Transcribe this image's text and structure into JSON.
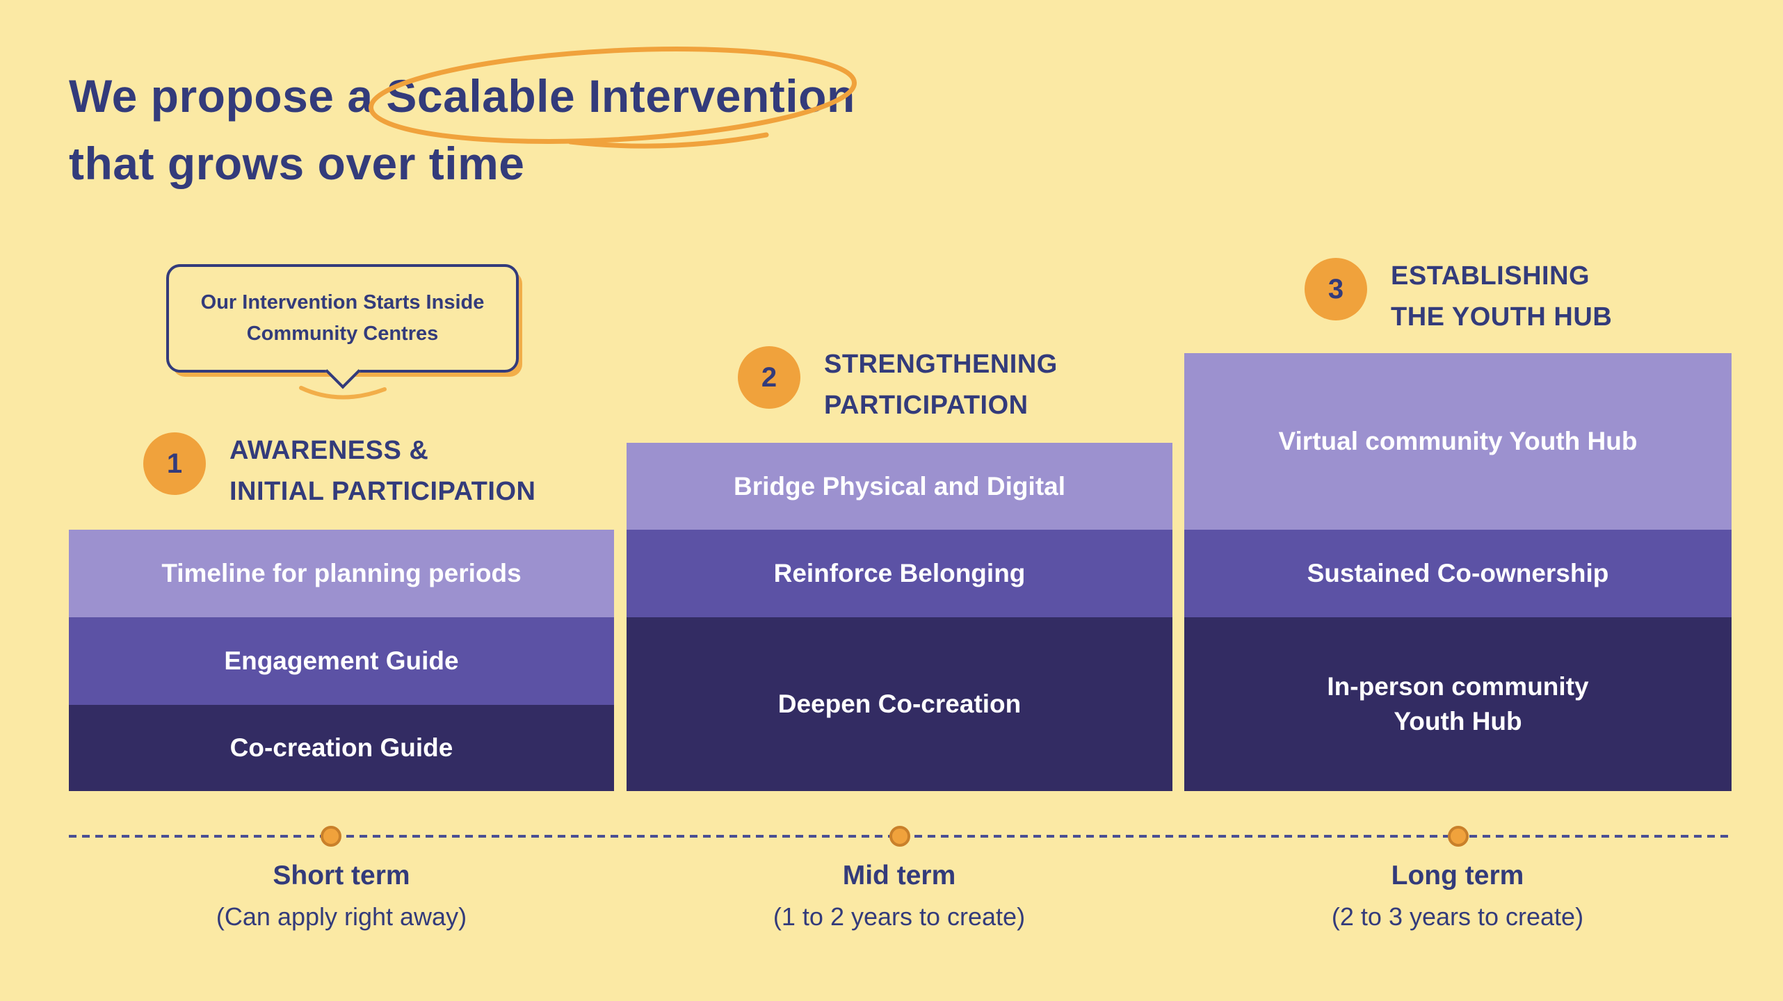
{
  "title": {
    "line1_before": "We propose a ",
    "line1_highlight": "Scalable Intervention",
    "line2": "that grows over time"
  },
  "callout": {
    "line1": "Our Intervention Starts Inside",
    "line2": "Community Centres"
  },
  "phases": [
    {
      "number": "1",
      "label_line1": "AWARENESS &",
      "label_line2": "INITIAL PARTICIPATION",
      "blocks": [
        {
          "label": "Timeline for planning periods",
          "tone": "light"
        },
        {
          "label": "Engagement Guide",
          "tone": "mid"
        },
        {
          "label": "Co-creation Guide",
          "tone": "dark"
        }
      ],
      "term": "Short term",
      "term_note": "(Can apply right away)"
    },
    {
      "number": "2",
      "label_line1": "STRENGTHENING",
      "label_line2": "PARTICIPATION",
      "blocks": [
        {
          "label": "Bridge Physical and Digital",
          "tone": "light"
        },
        {
          "label": "Reinforce Belonging",
          "tone": "mid"
        },
        {
          "label": "Deepen Co-creation",
          "tone": "dark"
        }
      ],
      "term": "Mid term",
      "term_note": "(1 to 2 years to create)"
    },
    {
      "number": "3",
      "label_line1": "ESTABLISHING",
      "label_line2": "THE YOUTH HUB",
      "blocks": [
        {
          "label": "Virtual community Youth Hub",
          "tone": "light"
        },
        {
          "label": "Sustained Co-ownership",
          "tone": "mid"
        },
        {
          "label": "In-person community\nYouth Hub",
          "tone": "dark"
        }
      ],
      "term": "Long term",
      "term_note": "(2 to 3 years to create)"
    }
  ],
  "decorations": {
    "highlight_ellipse": "hand-drawn orange ellipse around title highlight",
    "callout_tail": "downward pointer under callout bubble",
    "timeline_dots": "orange milestone dots on dashed timeline"
  },
  "colors": {
    "background": "#FBE9A4",
    "navy": "#333B7B",
    "orange": "#F0A23C",
    "purple_light": "#9C91CF",
    "purple_mid": "#5C52A5",
    "purple_dark": "#332C63",
    "block_text": "#FFFFFF"
  }
}
